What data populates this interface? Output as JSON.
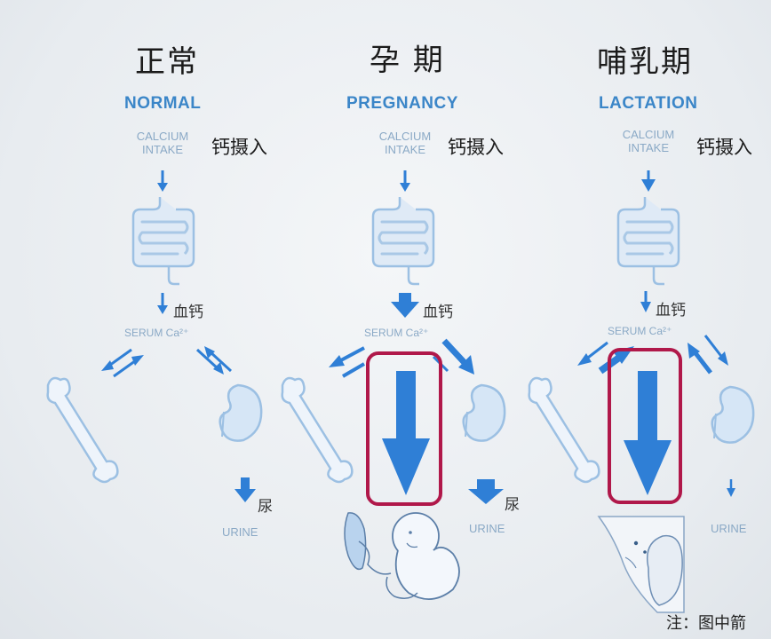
{
  "columns": [
    {
      "zh_title": "正常",
      "en_title": "NORMAL",
      "intake_en_1": "CALCIUM",
      "intake_en_2": "INTAKE",
      "intake_zh": "钙摄入",
      "blood_zh": "血钙",
      "serum": "SERUM Ca²⁺",
      "urine_zh": "尿",
      "urine_en": "URINE"
    },
    {
      "zh_title": "孕 期",
      "en_title": "PREGNANCY",
      "intake_en_1": "CALCIUM",
      "intake_en_2": "INTAKE",
      "intake_zh": "钙摄入",
      "blood_zh": "血钙",
      "serum": "SERUM Ca²⁺",
      "urine_zh": "尿",
      "urine_en": "URINE"
    },
    {
      "zh_title": "哺乳期",
      "en_title": "LACTATION",
      "intake_en_1": "CALCIUM",
      "intake_en_2": "INTAKE",
      "intake_zh": "钙摄入",
      "blood_zh": "血钙",
      "serum": "SERUM Ca²⁺",
      "urine_en": "URINE"
    }
  ],
  "note": "注：图中箭",
  "colors": {
    "arrow": "#2f7fd6",
    "organ_outline": "#9cc0e3",
    "organ_fill": "#d9e8f6",
    "highlight_box": "#b0184a"
  }
}
